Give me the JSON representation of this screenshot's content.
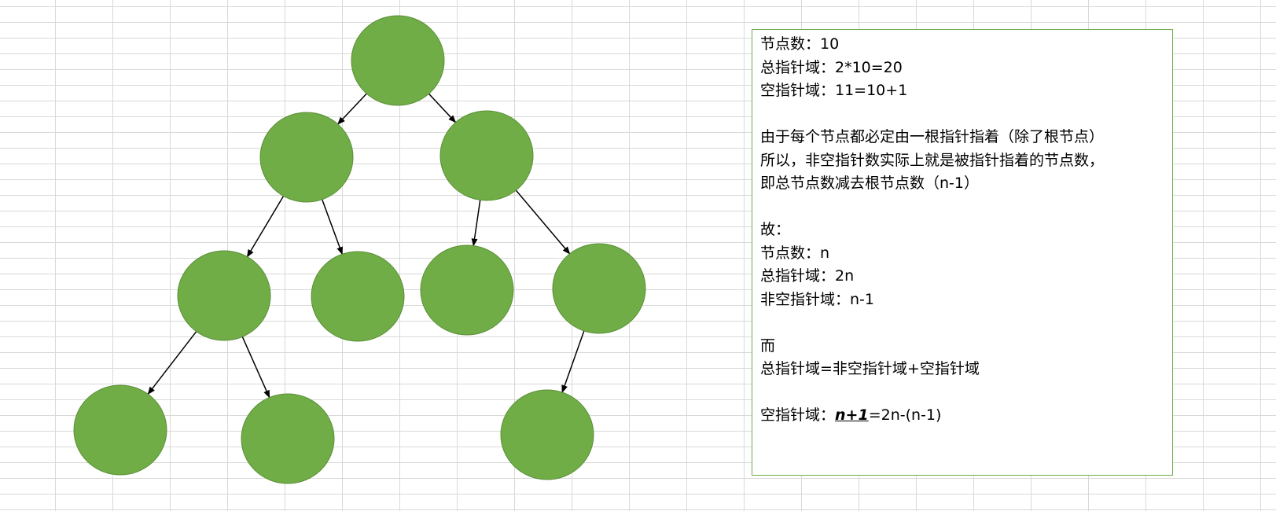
{
  "tree": {
    "node_color": "#70ad47",
    "node_count": 10
  },
  "note": {
    "border_color": "#70ad47",
    "lines": [
      "节点数：10",
      "总指针域：2*10=20",
      "空指针域：11=10+1",
      "",
      "由于每个节点都必定由一根指针指着（除了根节点）",
      "所以，非空指针数实际上就是被指针指着的节点数，",
      "即总节点数减去根节点数（n-1）",
      "",
      "故：",
      "节点数：n",
      "总指针域：2n",
      "非空指针域：n-1",
      "",
      "而",
      "总指针域=非空指针域+空指针域",
      ""
    ],
    "last_line": {
      "prefix": "空指针域：",
      "emphasis": "n+1",
      "suffix": "=2n-(n-1)"
    }
  }
}
